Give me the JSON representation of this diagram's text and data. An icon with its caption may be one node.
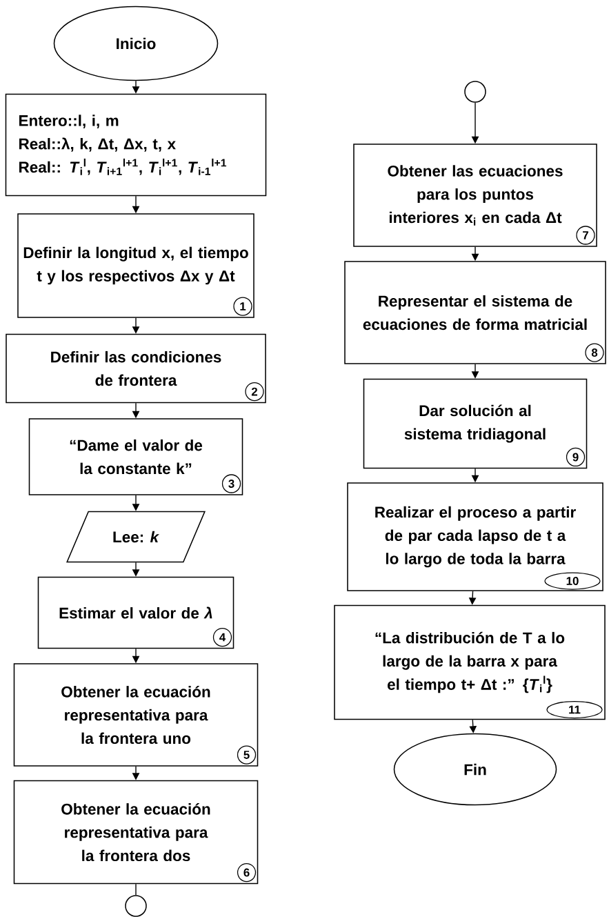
{
  "diagram": {
    "nodes": [
      {
        "text": [
          "Inicio"
        ]
      },
      {
        "text": [
          "Entero::l, i, m",
          "Real::λ, k, Δt, Δx, t, x",
          "Real:: *T*$_{i}$$^{l}$, *T*$_{i+1}$$^{l+1}$, *T*$_{i}$$^{l+1}$, *T*$_{i-1}$$^{l+1}$"
        ]
      },
      {
        "text": [
          "Definir la longitud x, el tiempo t y los respectivos Δx y Δt",
          "1"
        ]
      },
      {
        "text": [
          "Definir las condiciones de frontera",
          "2"
        ]
      },
      {
        "text": [
          "“Dame el valor de la constante k”",
          "3"
        ]
      },
      {
        "text": [
          "Lee: *k*"
        ]
      },
      {
        "text": [
          "Estimar el valor de *λ*",
          "4"
        ]
      },
      {
        "text": [
          "Obtener la ecuación representativa para la frontera uno",
          "5"
        ]
      },
      {
        "text": [
          "Obtener la ecuación representativa para la frontera dos",
          "6"
        ]
      },
      {
        "text": [],
        "shape": "circle"
      },
      {
        "text": [],
        "shape": "circle"
      },
      {
        "text": [
          "Obtener las ecuaciones para los puntos interiores x$_{i}$ en cada Δt",
          "7"
        ]
      },
      {
        "text": [
          "Representar el sistema de ecuaciones de forma matricial",
          "8"
        ]
      },
      {
        "text": [
          "Dar solución al sistema tridiagonal",
          "9"
        ]
      },
      {
        "text": [
          "Realizar el proceso a partir de par cada lapso de t a lo largo de toda la barra",
          "10"
        ]
      },
      {
        "text": [
          "“La distribución de T a lo largo de la barra x para el tiempo t+ Δt :” {*T*$_{i}$$^{l}$}",
          "11"
        ]
      },
      {
        "text": [
          "Fin"
        ]
      }
    ],
    "edges": [
      {
        "from": 0,
        "to": 1,
        "arrow": "to"
      },
      {
        "from": 1,
        "to": 2,
        "arrow": "to"
      },
      {
        "from": 2,
        "to": 3,
        "arrow": "to"
      },
      {
        "from": 3,
        "to": 4,
        "arrow": "to"
      },
      {
        "from": 4,
        "to": 5,
        "arrow": "to"
      },
      {
        "from": 5,
        "to": 6,
        "arrow": "to"
      },
      {
        "from": 6,
        "to": 7,
        "arrow": "to"
      },
      {
        "from": 7,
        "to": 8,
        "arrow": "to"
      },
      {
        "from": 8,
        "to": 9,
        "arrow": "none"
      },
      {
        "from": 10,
        "to": 11,
        "arrow": "to"
      },
      {
        "from": 11,
        "to": 12,
        "arrow": "to"
      },
      {
        "from": 12,
        "to": 13,
        "arrow": "to"
      },
      {
        "from": 13,
        "to": 14,
        "arrow": "to"
      },
      {
        "from": 14,
        "to": 15,
        "arrow": "to"
      },
      {
        "from": 15,
        "to": 16,
        "arrow": "to"
      }
    ]
  }
}
